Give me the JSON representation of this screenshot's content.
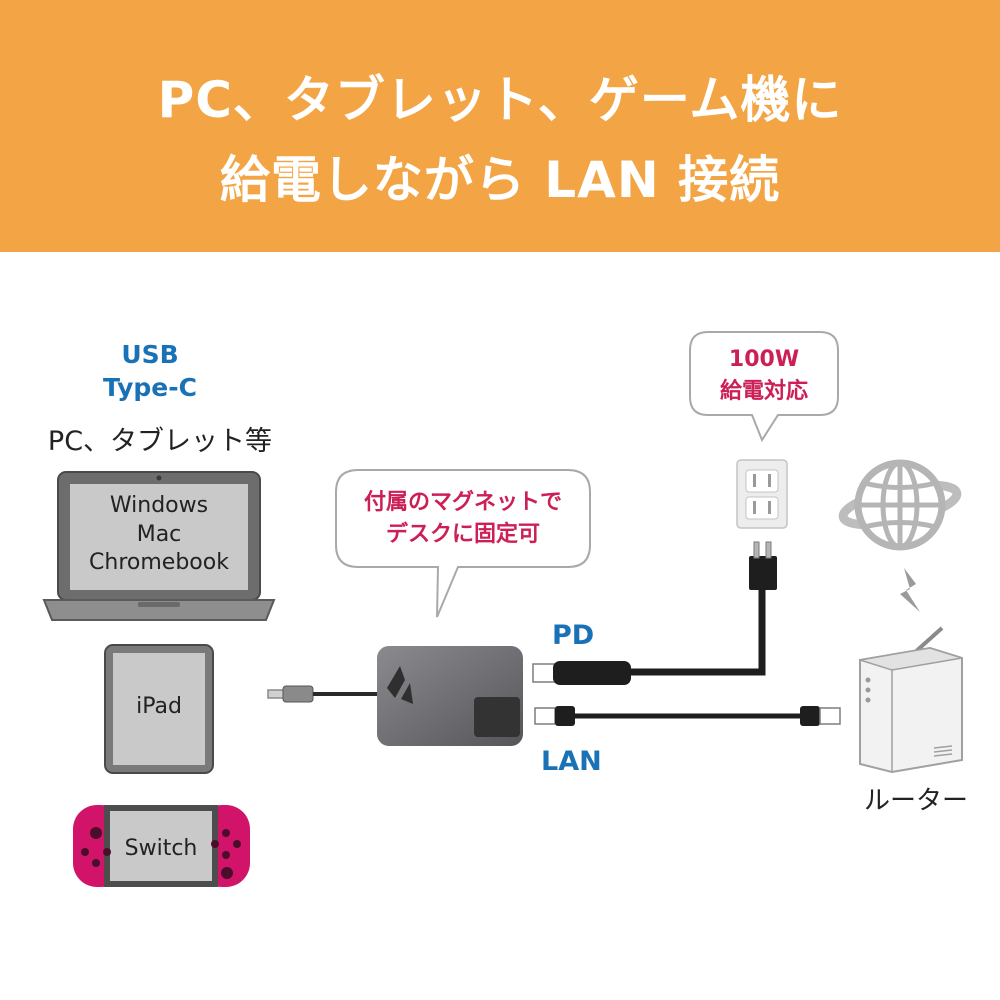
{
  "header": {
    "title_line1": "PC、タブレット、ゲーム機に",
    "title_line2": "給電しながら LAN 接続"
  },
  "left": {
    "usb_line1": "USB",
    "usb_line2": "Type-C",
    "devices_caption": "PC、タブレット等",
    "laptop_os": [
      "Windows",
      "Mac",
      "Chromebook"
    ],
    "tablet_label": "iPad",
    "switch_label": "Switch"
  },
  "callout_magnet": {
    "line1": "付属のマグネットで",
    "line2": "デスクに固定可"
  },
  "callout_power": {
    "line1": "100W",
    "line2": "給電対応"
  },
  "ports": {
    "pd_label": "PD",
    "lan_label": "LAN"
  },
  "router_label": "ルーター",
  "colors": {
    "banner": "#f3a545",
    "label_blue": "#1a72b6",
    "callout_text": "#cc1f55",
    "switch_body": "#d1146a",
    "adapter_gray": "#6e6e72"
  }
}
